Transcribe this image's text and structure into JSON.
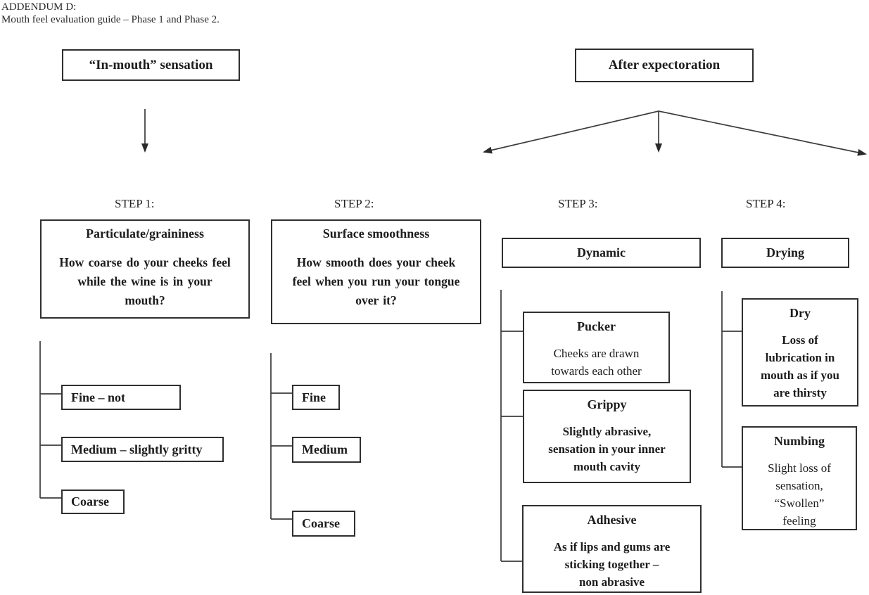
{
  "style": {
    "ink": "#1c1c1c",
    "line": "#3c3c3c"
  },
  "header": {
    "line1": "ADDENDUM D:",
    "line2": "Mouth feel evaluation guide – Phase 1 and Phase 2."
  },
  "phases": {
    "in_mouth": {
      "label": "“In-mouth” sensation"
    },
    "after_expectoration": {
      "label": "After expectoration"
    }
  },
  "steps": {
    "step1": {
      "label": "STEP 1:",
      "title": "Particulate/graininess",
      "question": "How coarse do your cheeks feel\nwhile the wine is in your\nmouth?",
      "options": {
        "fine": "Fine – not",
        "medium": "Medium – slightly gritty",
        "coarse": "Coarse"
      }
    },
    "step2": {
      "label": "STEP 2:",
      "title": "Surface smoothness",
      "question": "How smooth does your cheek\nfeel when you run your tongue\nover it?",
      "options": {
        "fine": "Fine",
        "medium": "Medium",
        "coarse": "Coarse"
      }
    },
    "step3": {
      "label": "STEP 3:",
      "title": "Dynamic",
      "options": {
        "pucker": {
          "title": "Pucker",
          "desc": "Cheeks are drawn\ntowards each other"
        },
        "grippy": {
          "title": "Grippy",
          "desc": "Slightly abrasive,\nsensation in your inner\nmouth cavity"
        },
        "adhesive": {
          "title": "Adhesive",
          "desc": "As if lips and gums are\nsticking together –\nnon abrasive"
        }
      }
    },
    "step4": {
      "label": "STEP 4:",
      "title": "Drying",
      "options": {
        "dry": {
          "title": "Dry",
          "desc": "Loss of\nlubrication in\nmouth as if you\nare thirsty"
        },
        "numbing": {
          "title": "Numbing",
          "desc": "Slight loss of\nsensation,\n“Swollen”\nfeeling"
        }
      }
    }
  }
}
